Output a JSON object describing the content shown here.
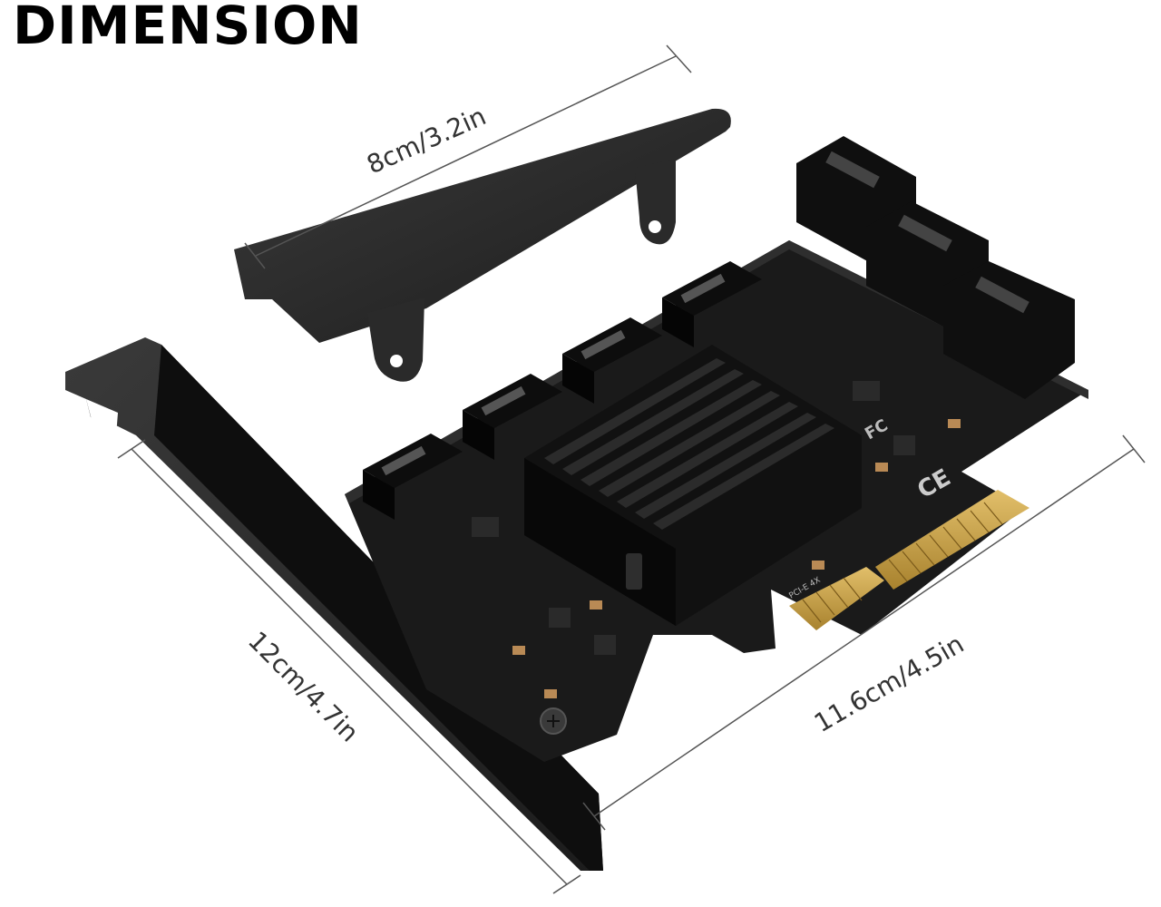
{
  "title": "DIMENSION",
  "dimensions": {
    "bracket_length": "8cm/3.2in",
    "card_height": "12cm/4.7in",
    "card_length": "11.6cm/4.5in"
  },
  "board_labels": {
    "interface": "PCI-E 4X"
  },
  "colors": {
    "background": "#ffffff",
    "pcb": "#1a1a1a",
    "heatsink": "#111111",
    "gold_contacts": "#c9a24a",
    "dimension_line": "#555555"
  }
}
